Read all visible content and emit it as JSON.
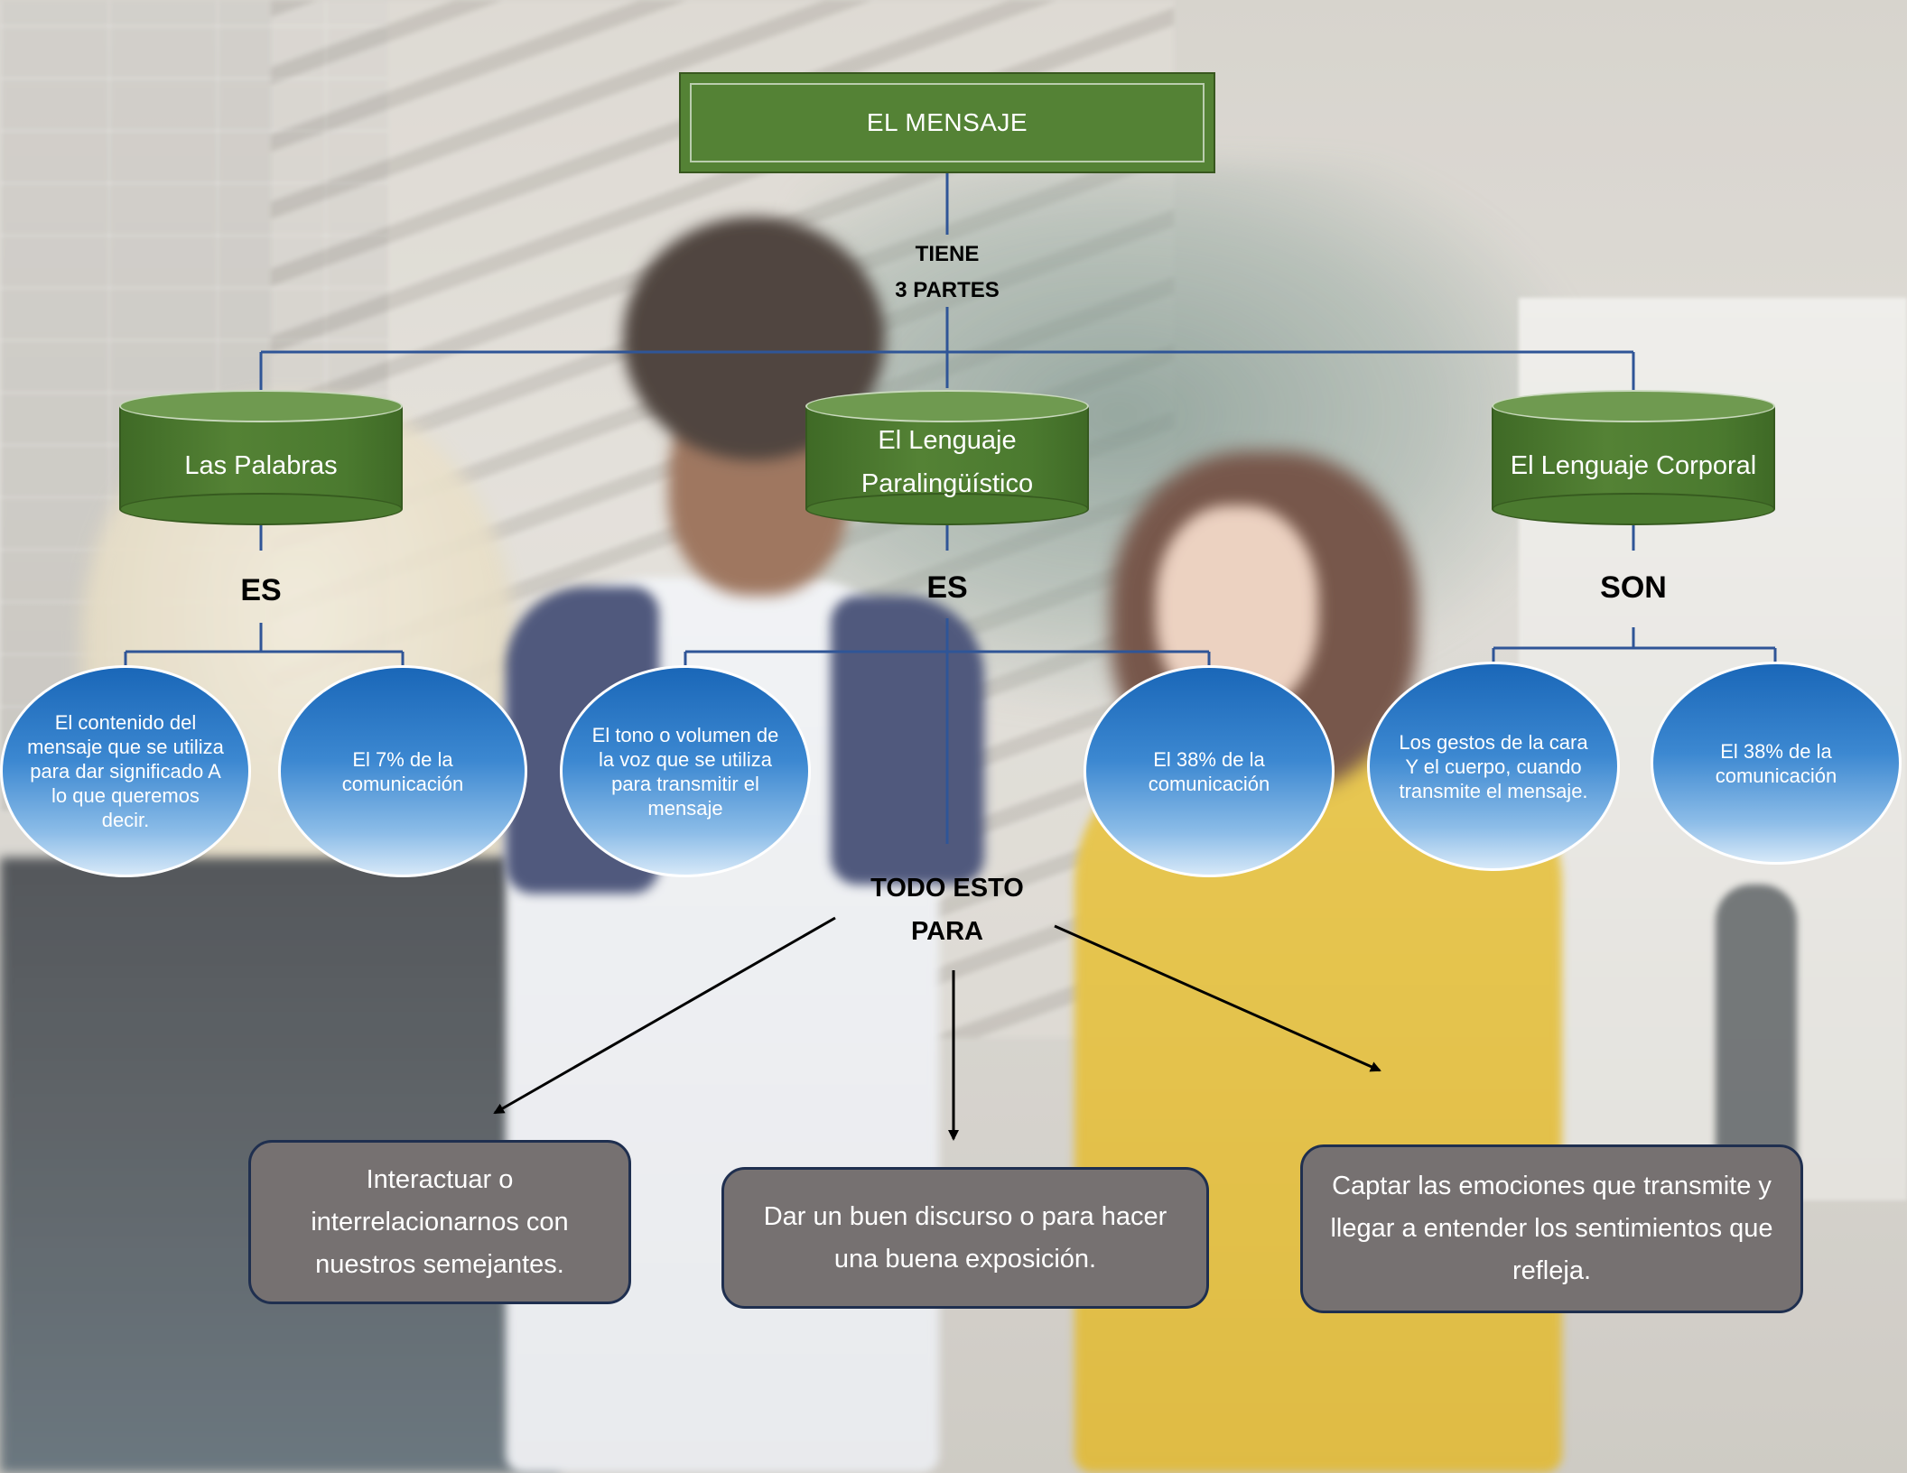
{
  "title": "EL MENSAJE",
  "connector_tiene": "TIENE",
  "connector_partes": "3 PARTES",
  "parts": [
    {
      "name": "Las Palabras",
      "connector": "ES",
      "bubbles": [
        "El contenido del mensaje que se utiliza para dar significado A lo que queremos decir.",
        "El 7% de la comunicación"
      ]
    },
    {
      "name": "El Lenguaje Paralingüístico",
      "connector": "ES",
      "bubbles": [
        "El tono o volumen de la voz que se utiliza para transmitir el mensaje",
        "El 38% de la comunicación"
      ]
    },
    {
      "name": "El Lenguaje Corporal",
      "connector": "SON",
      "bubbles": [
        "Los gestos de la cara Y el cuerpo, cuando transmite el mensaje.",
        "El 38% de la comunicación"
      ]
    }
  ],
  "purpose_line1": "TODO ESTO",
  "purpose_line2": "PARA",
  "outcomes": [
    "Interactuar o interrelacionarnos con nuestros semejantes.",
    "Dar un buen discurso o para hacer una buena exposición.",
    "Captar las emociones que transmite y llegar a entender los sentimientos que refleja."
  ],
  "colors": {
    "title_fill": "#548235",
    "cylinder_fill": "#548235",
    "bubble_fill": "#2e75b6",
    "outcome_fill": "#767171",
    "connector_line": "#2f5597",
    "arrow": "#000000"
  }
}
